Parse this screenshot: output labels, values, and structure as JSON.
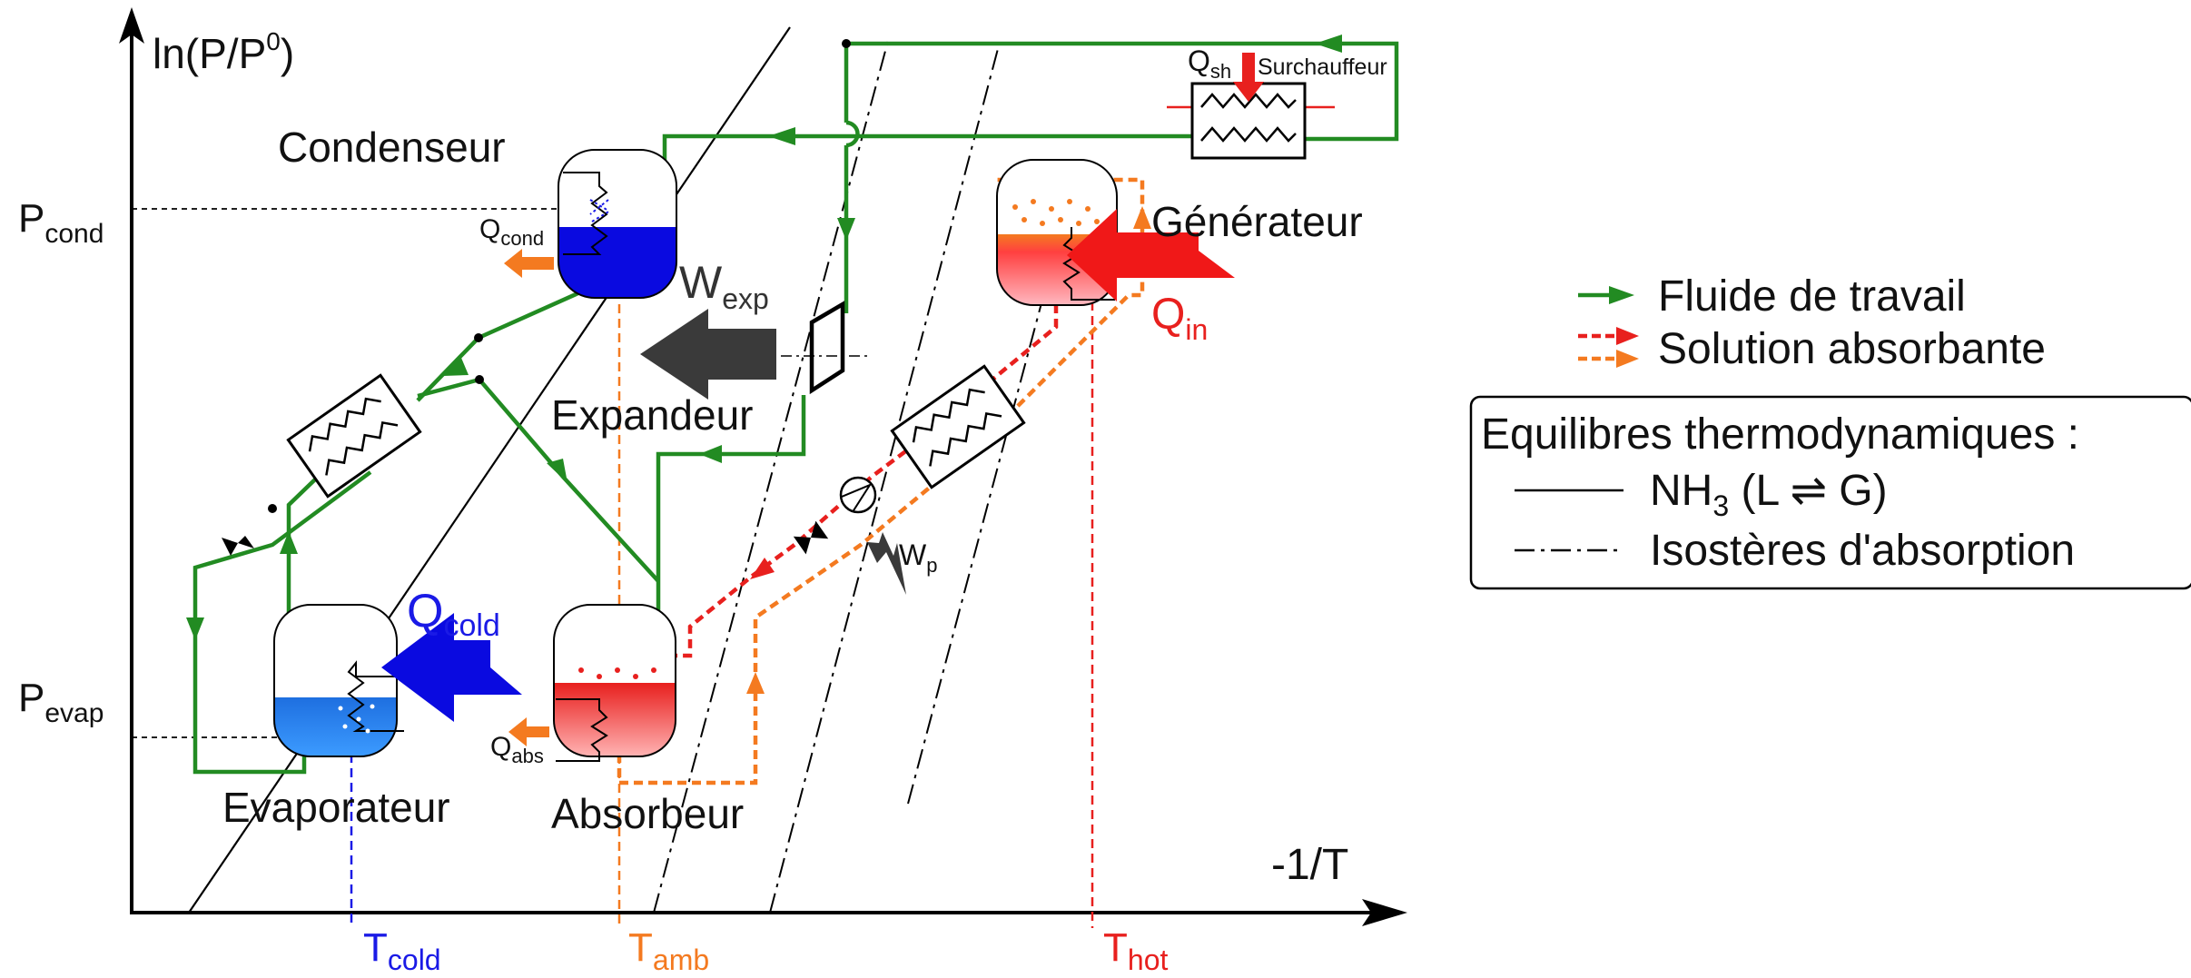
{
  "axes": {
    "y_label": "ln(P/P",
    "y_label_sup": "0",
    "y_label_end": ")",
    "x_label": "-1/T",
    "p_cond": "P",
    "p_cond_sub": "cond",
    "p_evap": "P",
    "p_evap_sub": "evap",
    "t_cold": "T",
    "t_cold_sub": "cold",
    "t_amb": "T",
    "t_amb_sub": "amb",
    "t_hot": "T",
    "t_hot_sub": "hot"
  },
  "components": {
    "condenseur": "Condenseur",
    "generateur": "Générateur",
    "expandeur": "Expandeur",
    "evaporateur": "Evaporateur",
    "absorbeur": "Absorbeur",
    "surchauffeur": "Surchauffeur"
  },
  "heat_flows": {
    "q_sh": "Q",
    "q_sh_sub": "sh",
    "q_cond": "Q",
    "q_cond_sub": "cond",
    "w_exp": "W",
    "w_exp_sub": "exp",
    "q_in": "Q",
    "q_in_sub": "in",
    "q_cold": "Q",
    "q_cold_sub": "cold",
    "q_abs": "Q",
    "q_abs_sub": "abs",
    "w_p": "W",
    "w_p_sub": "p"
  },
  "legend": {
    "fluid": "Fluide de travail",
    "solution": "Solution absorbante",
    "equilibria_title": "Equilibres thermodynamiques :",
    "nh3": "NH",
    "nh3_sub": "3",
    "nh3_rest": " (L ⇌ G)",
    "isosteres": "Isostères d'absorption"
  },
  "colors": {
    "working_fluid": "#228B22",
    "solution_rich": "#E8201E",
    "solution_poor": "#F47A20",
    "cold": "#1A1AE6",
    "hot": "#E8201E",
    "amb": "#F47A20",
    "work": "#3A3A3A"
  }
}
